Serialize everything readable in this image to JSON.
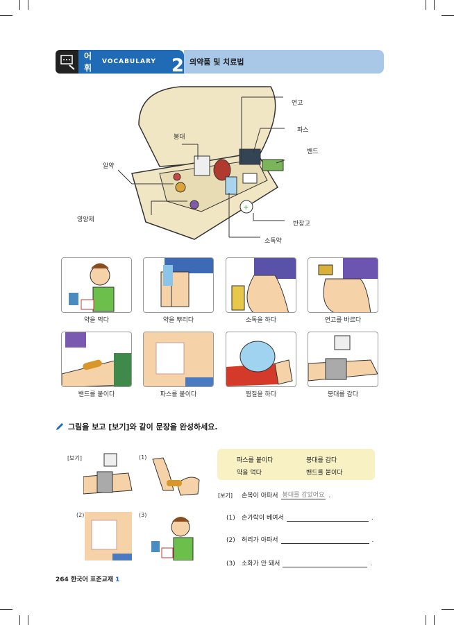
{
  "header": {
    "section": "어휘",
    "section_en": "VOCABULARY",
    "number": "2",
    "title": "의약품 및 치료법"
  },
  "illustration_labels": {
    "ointment": "연고",
    "pain_patch": "파스",
    "band": "밴드",
    "bandage": "붕대",
    "pill": "알약",
    "supplement": "영양제",
    "adhesive_plaster": "반창고",
    "disinfectant": "소독약"
  },
  "pictures": [
    {
      "caption": "약을 먹다"
    },
    {
      "caption": "약을 뿌리다"
    },
    {
      "caption": "소독을 하다"
    },
    {
      "caption": "연고를 바르다"
    },
    {
      "caption": "밴드를 붙이다"
    },
    {
      "caption": "파스를 붙이다"
    },
    {
      "caption": "찜질을 하다"
    },
    {
      "caption": "붕대를 감다"
    }
  ],
  "exercise": {
    "instruction": "그림을 보고 [보기]와 같이 문장을 완성하세요.",
    "image_labels": [
      "[보기]",
      "(1)",
      "(2)",
      "(3)"
    ],
    "word_box": [
      "파스를 붙이다",
      "붕대를 감다",
      "약을 먹다",
      "밴드를 붙이다"
    ],
    "example": {
      "label": "[보기]",
      "prompt": "손목이 아파서",
      "answer": "붕대를 감았어요"
    },
    "items": [
      {
        "num": "(1)",
        "prompt": "손가락이 베여서"
      },
      {
        "num": "(2)",
        "prompt": "허리가 아파서"
      },
      {
        "num": "(3)",
        "prompt": "소화가 안 돼서"
      }
    ],
    "period": "."
  },
  "footer": {
    "page": "264",
    "book": "한국어 표준교재",
    "volume": "1"
  }
}
